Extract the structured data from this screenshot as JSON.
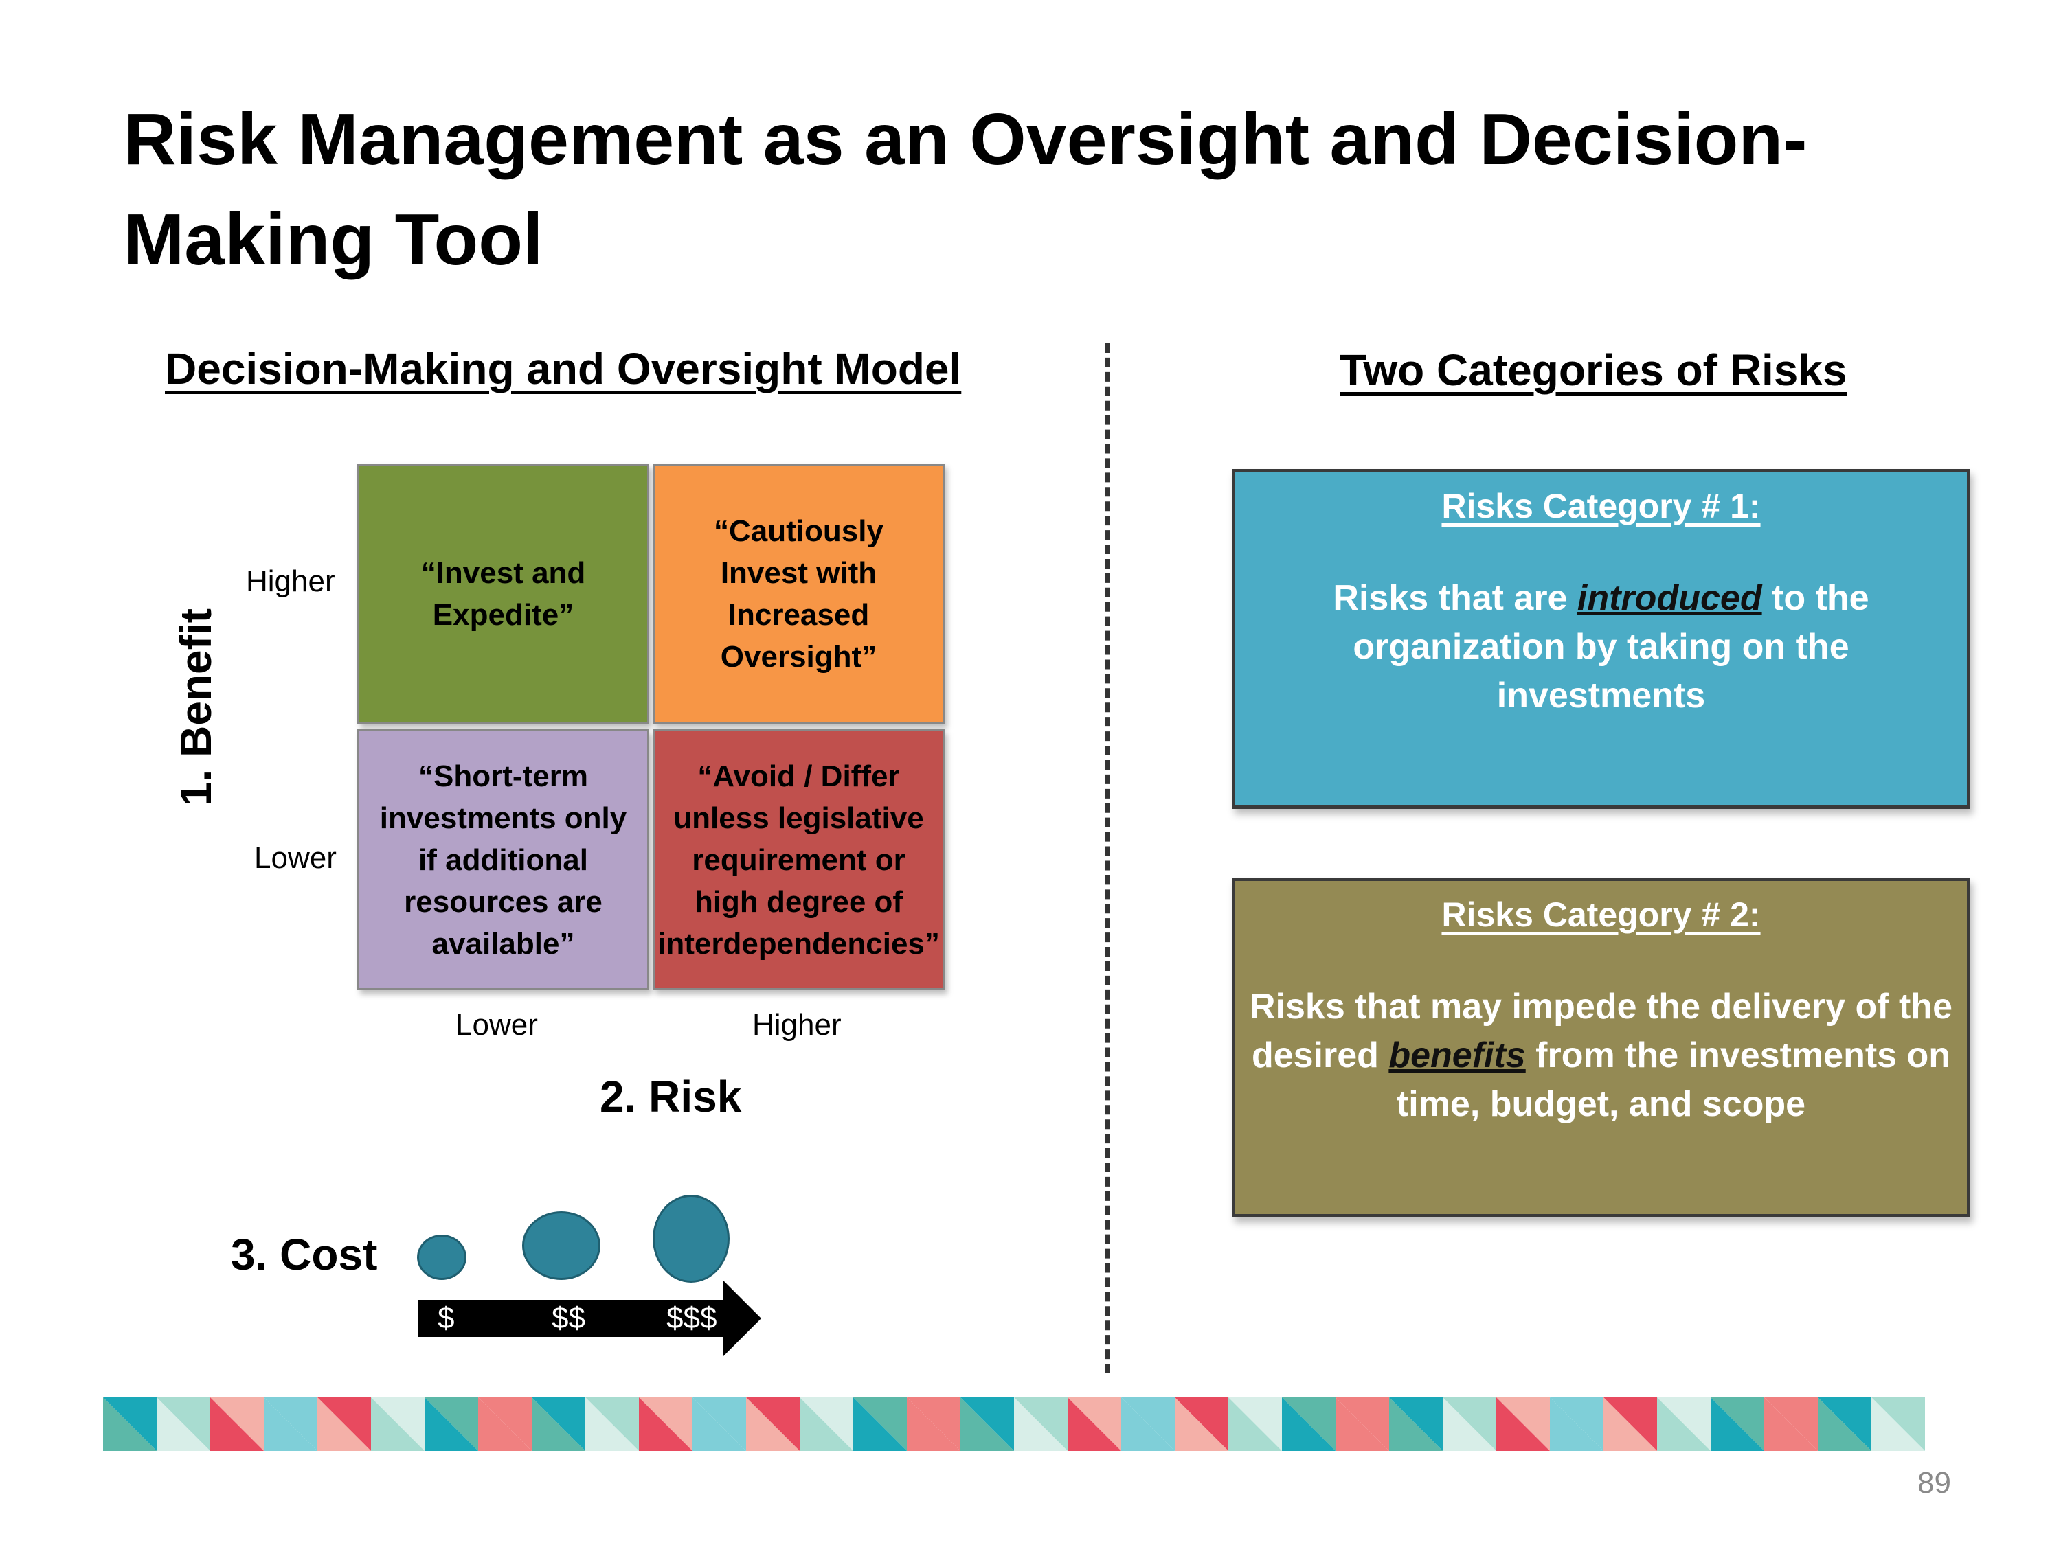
{
  "title": "Risk Management as an Oversight and Decision-Making Tool",
  "left_section": {
    "heading": "Decision-Making and Oversight Model",
    "quadrants": [
      {
        "id": "invest-expedite",
        "label": "“Invest and Expedite”",
        "color": "#77933c"
      },
      {
        "id": "cautiously-invest",
        "label": "“Cautiously Invest with Increased Oversight”",
        "color": "#f79646"
      },
      {
        "id": "short-term",
        "label": "“Short-term investments only if additional resources are available”",
        "color": "#b3a2c7"
      },
      {
        "id": "avoid-differ",
        "label": "“Avoid / Differ unless legislative requirement or high degree of interdependencies”",
        "color": "#c0504d"
      }
    ],
    "benefit_axis": {
      "title": "1. Benefit",
      "higher": "Higher",
      "lower": "Lower"
    },
    "risk_axis": {
      "title": "2. Risk",
      "lower": "Lower",
      "higher": "Higher"
    },
    "cost": {
      "title": "3. Cost",
      "levels": [
        "$",
        "$$",
        "$$$"
      ],
      "circle_color": "#2e8399"
    }
  },
  "right_section": {
    "heading": "Two Categories of Risks",
    "categories": [
      {
        "heading": "Risks Category # 1:",
        "text_before": "Risks that are ",
        "emphasis": "introduced",
        "text_after": " to the organization by taking on the investments",
        "color": "#4bacc6"
      },
      {
        "heading": "Risks Category # 2:",
        "text_before": "Risks that may impede the delivery of the desired ",
        "emphasis": "benefits",
        "text_after": " from the investments on time, budget, and scope",
        "color": "#948a54"
      }
    ]
  },
  "footer": {
    "page_number": "89",
    "pattern_colors": [
      "#1aa8b8",
      "#7fcfd8",
      "#5cb8a8",
      "#a8dcd0",
      "#e84a5f",
      "#f08080",
      "#f4b0a8",
      "#d8eee8"
    ]
  }
}
